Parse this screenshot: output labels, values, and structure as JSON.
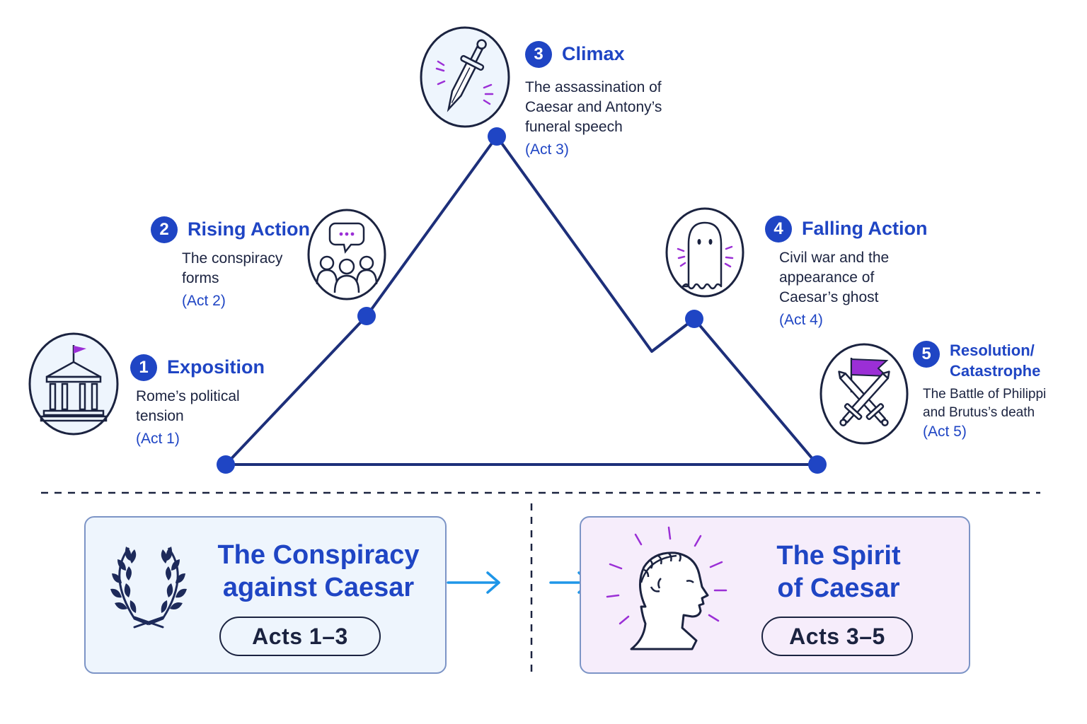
{
  "stages": [
    {
      "number": "1",
      "title": "Exposition",
      "description": [
        "Rome’s political",
        "tension"
      ],
      "act": "(Act 1)",
      "icon": "temple-icon"
    },
    {
      "number": "2",
      "title": "Rising Action",
      "description": [
        "The conspiracy",
        "forms"
      ],
      "act": "(Act 2)",
      "icon": "conspirators-icon"
    },
    {
      "number": "3",
      "title": "Climax",
      "description": [
        "The assassination of",
        "Caesar and Antony’s",
        "funeral speech"
      ],
      "act": "(Act 3)",
      "icon": "dagger-icon"
    },
    {
      "number": "4",
      "title": "Falling Action",
      "description": [
        "Civil war and the",
        "appearance of",
        "Caesar’s ghost"
      ],
      "act": "(Act 4)",
      "icon": "ghost-icon"
    },
    {
      "number": "5",
      "title": [
        "Resolution/",
        "Catastrophe"
      ],
      "description": [
        "The Battle of Philippi",
        "and Brutus’s death"
      ],
      "act": "(Act 5)",
      "icon": "crossed-swords-icon"
    }
  ],
  "parts": [
    {
      "title": [
        "The Conspiracy",
        "against Caesar"
      ],
      "acts": "Acts 1–3",
      "icon": "laurel-wreath-icon",
      "color": "#eef5fd"
    },
    {
      "title": [
        "The Spirit",
        "of Caesar"
      ],
      "acts": "Acts 3–5",
      "icon": "caesar-bust-icon",
      "color": "#f6edfb"
    }
  ],
  "colors": {
    "accent": "#1f45c4",
    "line": "#1d2f7a",
    "ink": "#1b2340",
    "highlight": "#9b2fd6",
    "arrow": "#1e96e8"
  }
}
